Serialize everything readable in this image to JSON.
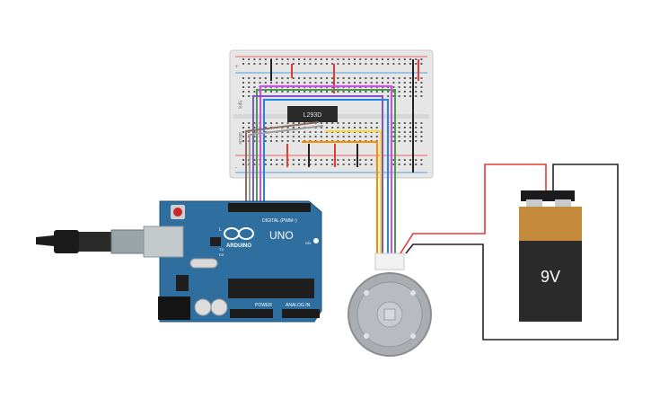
{
  "breadboard": {
    "ic_label": "L293D",
    "row_letters_top": "fghij",
    "row_letters_bottom": "abcde",
    "rail_plus": "+",
    "rail_minus": "-"
  },
  "arduino": {
    "brand": "ARDUINO",
    "model": "UNO",
    "digital_label": "DIGITAL (PWM~)",
    "power_label": "POWER",
    "analog_label": "ANALOG IN",
    "led_labels": [
      "L",
      "TX",
      "RX",
      "ON"
    ]
  },
  "battery": {
    "label": "9V"
  },
  "colors": {
    "wire_red": "#e53935",
    "wire_black": "#222222",
    "wire_brown": "#8d6e63",
    "wire_gray": "#9e9e9e",
    "wire_pink": "#e040fb",
    "wire_blue": "#1e88e5",
    "wire_green": "#43a047",
    "wire_yellow": "#fdd835",
    "wire_orange": "#fb8c00",
    "wire_purple": "#7e57c2",
    "arduino_board": "#2f6f9f",
    "battery_top": "#c68a3c",
    "battery_body": "#2b2b2b"
  }
}
